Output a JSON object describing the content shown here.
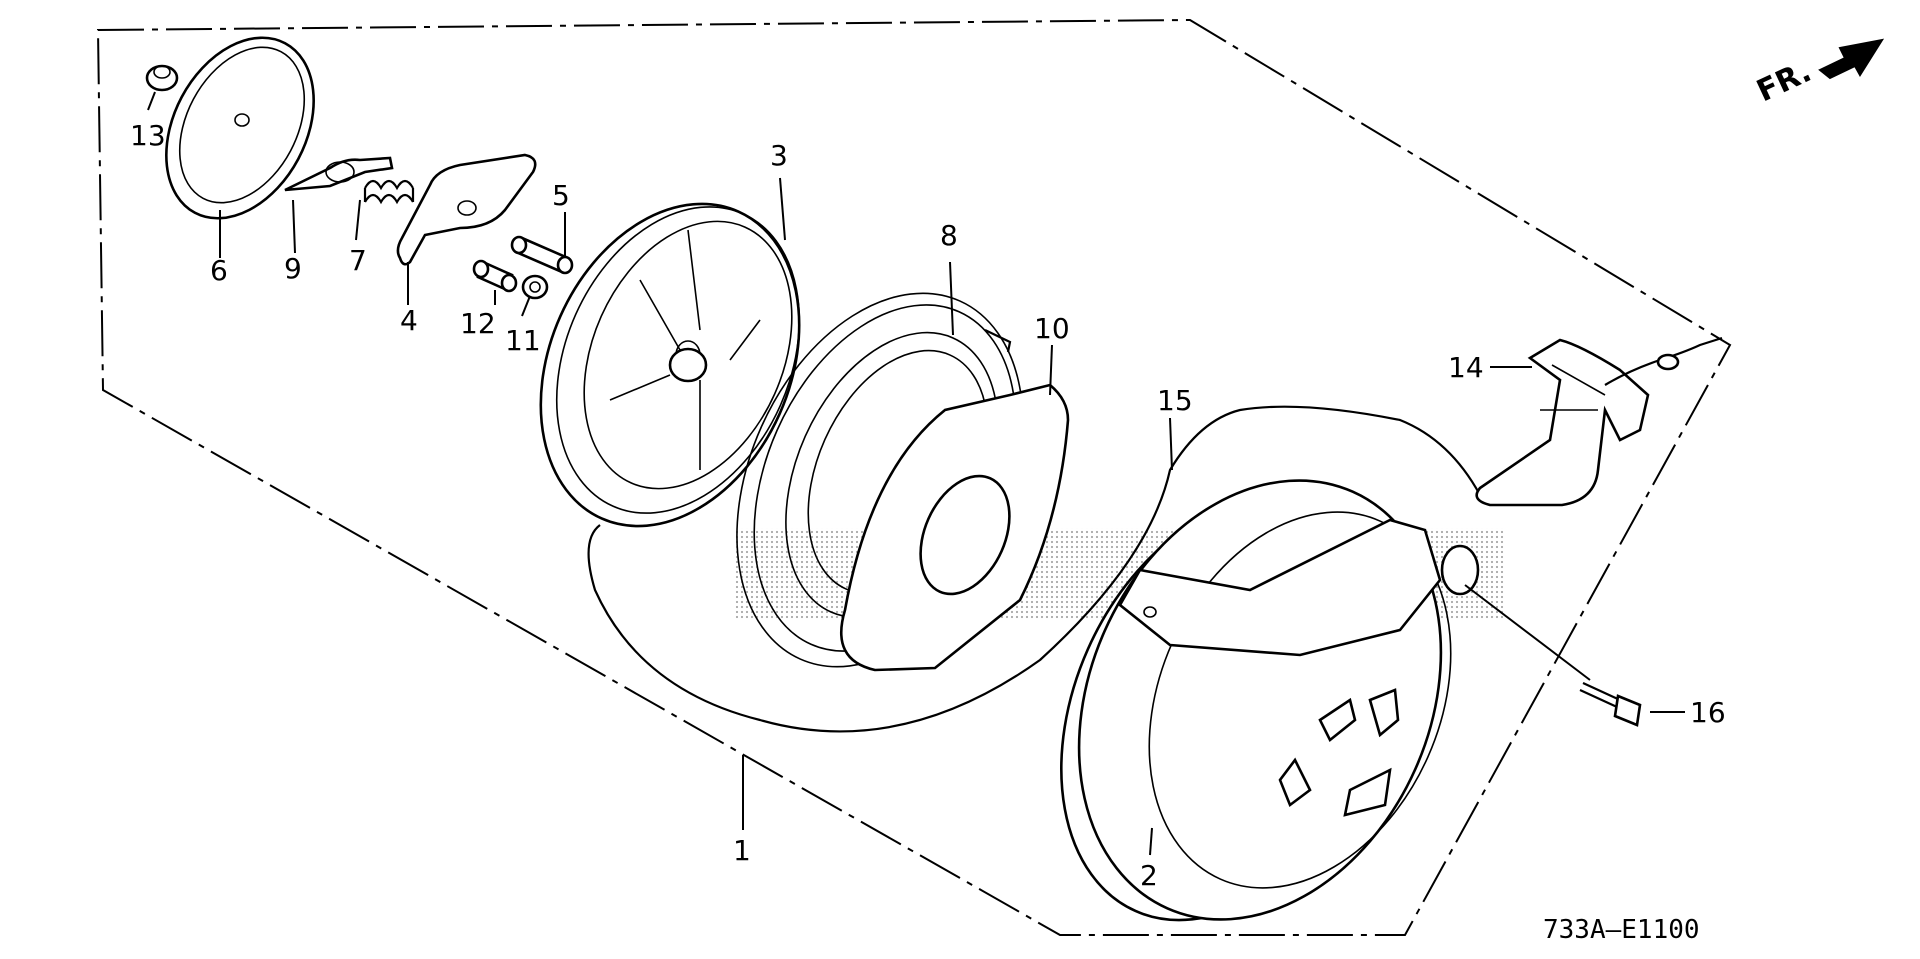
{
  "diagram": {
    "callouts": [
      "1",
      "2",
      "3",
      "4",
      "5",
      "6",
      "7",
      "8",
      "9",
      "10",
      "11",
      "12",
      "13",
      "14",
      "15",
      "16"
    ],
    "drawing_code": "733A—E1100",
    "direction_label": "FR."
  }
}
